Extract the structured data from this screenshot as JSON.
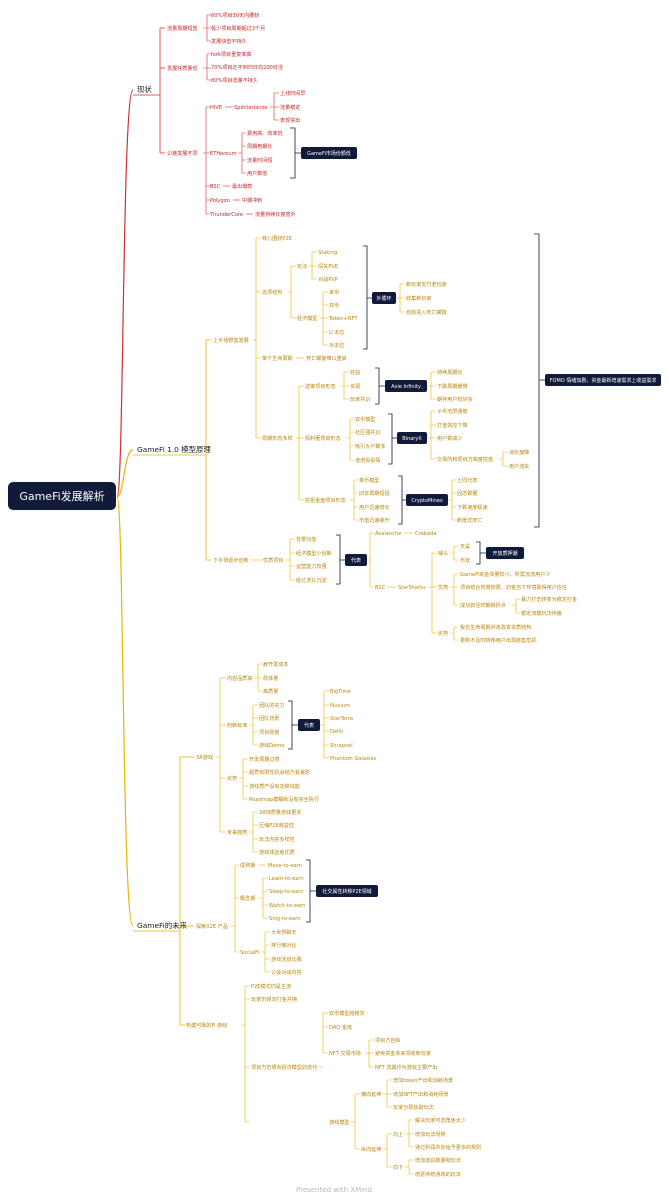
{
  "root": "GameFi发展解析",
  "branches": {
    "status": {
      "label": "现状",
      "subs": [
        {
          "label": "流量周期短暂",
          "items": [
            "60%项目30天内腰斩",
            "极少项目周期超过3个月",
            "发展快但不持久"
          ]
        },
        {
          "label": "发展快质量低",
          "items": [
            "fork项目重复率高",
            "70%项目达不到归日均200日活",
            "80%项目流量不持久"
          ]
        }
      ],
      "chains": {
        "label": "公链发展不同",
        "hive": {
          "label": "HIVE",
          "child": "Splinterlands",
          "items": [
            "上线时间早",
            "流量稳定",
            "表现突出"
          ]
        },
        "eth": {
          "label": "ETHereum",
          "items": [
            "费用高、效率低",
            "周期用期长",
            "流量时间短",
            "用户数低"
          ]
        },
        "box": "GameFi市场份额低",
        "others": [
          {
            "label": "BSC",
            "note": "最出爆款"
          },
          {
            "label": "Polygon",
            "note": "中期冲刺"
          },
          {
            "label": "ThunderCore",
            "note": "流量持续长度意外"
          }
        ]
      }
    },
    "gamefi1": {
      "label": "GameFi 1.0 模型原理",
      "first_half": {
        "label": "上半场野蛮发展",
        "core": "核心围绕P2E",
        "structure": {
          "label": "逃项结构",
          "play": {
            "label": "玩法",
            "items": [
              "Staking",
              "闯关PVE",
              "对战PVP"
            ]
          },
          "economy": {
            "label": "经济模型",
            "items": [
              "单币",
              "双币",
              "Token+NFT",
              "U 本位",
              "币本位"
            ]
          },
          "box": "外循环",
          "box_items": [
            "新玩家支付老玩家",
            "收集新玩家",
            "自前进入死亡螺旋"
          ]
        },
        "lifecycle": {
          "label": "单个生命周期",
          "note": "死亡螺旋难以重启"
        },
        "cycle": {
          "label": "周期形态多样",
          "groups": [
            {
              "label": "逆策项目形态",
              "items": [
                "收益",
                "资源",
                "玩家共识"
              ],
              "box": "Axie Infinity",
              "box_items": [
                "持续周期长",
                "下跌周期缓慢",
                "朝存用户较好多"
              ]
            },
            {
              "label": "佩利著项目形态",
              "items": [
                "双币模型",
                "社区强共识",
                "吸引大户聚多",
                "道增投投情"
              ],
              "box": "BinaryX",
              "box_items": [
                "子币无限通胀",
                "打金效应下降",
                "用户数减少"
              ],
              "sub": {
                "label": "交易所和项目方高度控盘",
                "items": [
                  "消价旋降",
                  "用户流失"
                ]
              }
            },
            {
              "label": "抗拒金盘项目形态",
              "items": [
                "单币模型",
                "旧本周期短招",
                "用户迅速增长",
                "市值迅速飙升"
              ],
              "box": "CryptoMines",
              "box_items": [
                "土同代表",
                "固态数据",
                "下跌速度极速",
                "断崖式死亡"
              ]
            }
          ]
        },
        "fomo": "FOMO 情绪加剧，资金最新增速需求上收益需求"
      },
      "second_half": {
        "label": "下半场逐步创新",
        "excellent": "优质项目",
        "items": [
          "背景功能",
          "经济模型小创新",
          "运营能力较强",
          "经过洗礼沉淀"
        ],
        "box": "代表",
        "reps": [
          {
            "label": "Avalanche",
            "child": "Crabada"
          },
          {
            "label": "BSC",
            "child": "StarSharks"
          }
        ],
        "starsharks": {
          "head": {
            "label": "噱头",
            "items": [
              "天鲨",
              "币安"
            ],
            "box": "开放质押潮"
          },
          "adv": {
            "label": "优势",
            "items": [
              "GameFi资金体量较小、所需流流用户少",
              "项目结合背景权限、旧金当下环境取得用户信任"
            ],
            "sub": {
              "label": "成功抓住时期转折点",
              "items": [
                "暴力打击转变为稳定打金",
                "稳定流模玩法传播"
              ]
            }
          },
          "dis": {
            "label": "劣势",
            "items": [
              "板长生命周期并未改变本质结构",
              "更新不及时转移用户出现抛售危机"
            ]
          }
        }
      }
    },
    "future": {
      "label": "GameFi的未来",
      "aaa": {
        "label": "3A游戏",
        "content": {
          "label": "内容品质高",
          "items": [
            "雇开发成本",
            "局体量",
            "高质量"
          ]
        },
        "judge": {
          "label": "判断标准",
          "items": [
            "团队的实力",
            "团队背景",
            "项目愿景",
            "游戏Demo"
          ],
          "box": "代表",
          "box_items": [
            "BigTime",
            "Illuvium",
            "StarTerra",
            "Delhi",
            "Shrapnel",
            "Phantom Galaxies"
          ]
        },
        "disadv": {
          "label": "劣势",
          "items": [
            "开发周期过慢",
            "超质有限性机会结乃有差影",
            "游戏质产没有定缆线能",
            "Roadmap模糊就没有完全执行"
          ]
        },
        "trend": {
          "label": "未来趋势",
          "items": [
            "3A地质量游戏更多",
            "压缩P2E收益性",
            "玩法内容多样性",
            "游戏体验者优质"
          ]
        }
      },
      "x2e": {
        "label": "探索X2E 产品",
        "mature": {
          "label": "成熟期",
          "item": "Move-to-earn"
        },
        "concept": {
          "label": "概念期",
          "items": [
            "Learn-to-earn",
            "Sleep-to-earn",
            "Watch-to-earn",
            "Sing-to-earn"
          ]
        },
        "box": "社交属性转移P2E领域",
        "social": {
          "label": "SocialFi",
          "items": [
            "大世界聊天",
            "排行榜对比",
            "游戏活动比赛",
            "公会对战内容"
          ]
        }
      },
      "defi": {
        "label": "构建可靠的Fi 游戏",
        "items": [
          "P2E模式仍是主流",
          "玩家仍倾向打金并拥"
        ],
        "econ": {
          "label": "项目方仍倾向经济模型的迭代",
          "items": [
            "双币模型趋稳定",
            "DAO 金库"
          ],
          "nft": {
            "label": "NFT 交易市场",
            "items": [
              "项目方自有",
              "避免资金未来领收新玩家",
              "NFT 流属作为游戏主要产出"
            ]
          }
        },
        "model": {
          "label": "游戏模型",
          "vertical": {
            "label": "横向延伸",
            "items": [
              "增加token产出和消耗场景",
              "增加NFT产出和消耗场景",
              "玩家分层获取玩法"
            ]
          },
          "inward": {
            "label": "纵向延伸",
            "up": {
              "label": "向上",
              "items": [
                "解决玩家可选角色太少",
                "增加玩法场景",
                "通过利润共向给予更多的规则"
              ]
            },
            "down": {
              "label": "向下",
              "items": [
                "增加道具数量和玩法",
                "增逐传统游戏的玩法"
              ]
            }
          }
        }
      }
    }
  },
  "footer": "Presented with XMind",
  "colors": {
    "root_bg": "#121a3a",
    "branch_status": "#d32f2f",
    "branch_gamefi1": "#e9b400",
    "branch_future": "#e9b400",
    "status_text": "#c62828",
    "gold_text": "#b8860b",
    "box_bg": "#121a3a"
  }
}
